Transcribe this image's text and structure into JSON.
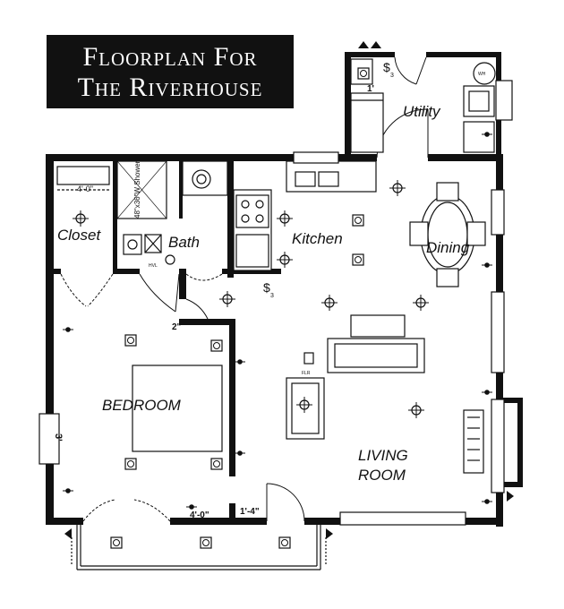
{
  "title": {
    "line1": "Floorplan For",
    "line2": "The Riverhouse"
  },
  "rooms": {
    "closet": "Closet",
    "bath": "Bath",
    "kitchen": "Kitchen",
    "dining": "Dining",
    "utility": "Utility",
    "bedroom": "BEDROOM",
    "living_line1": "LIVING",
    "living_line2": "ROOM"
  },
  "dimensions": {
    "closet_top": "4'-0\"",
    "shower": "48\"x36\"W Shower",
    "bedroom_door_gap": "2\"",
    "bottom_opening": "4'-0\"",
    "living_opening": "1'-4\"",
    "bedroom_window": "3'",
    "utility_step": "1'"
  },
  "fixtures": {
    "water_heater": "WH",
    "hvac": "HVL",
    "floor_outlet": "FLR",
    "switch": "$",
    "switch_3way_sub": "3"
  },
  "colors": {
    "wall": "#111111",
    "paper": "#ffffff"
  }
}
